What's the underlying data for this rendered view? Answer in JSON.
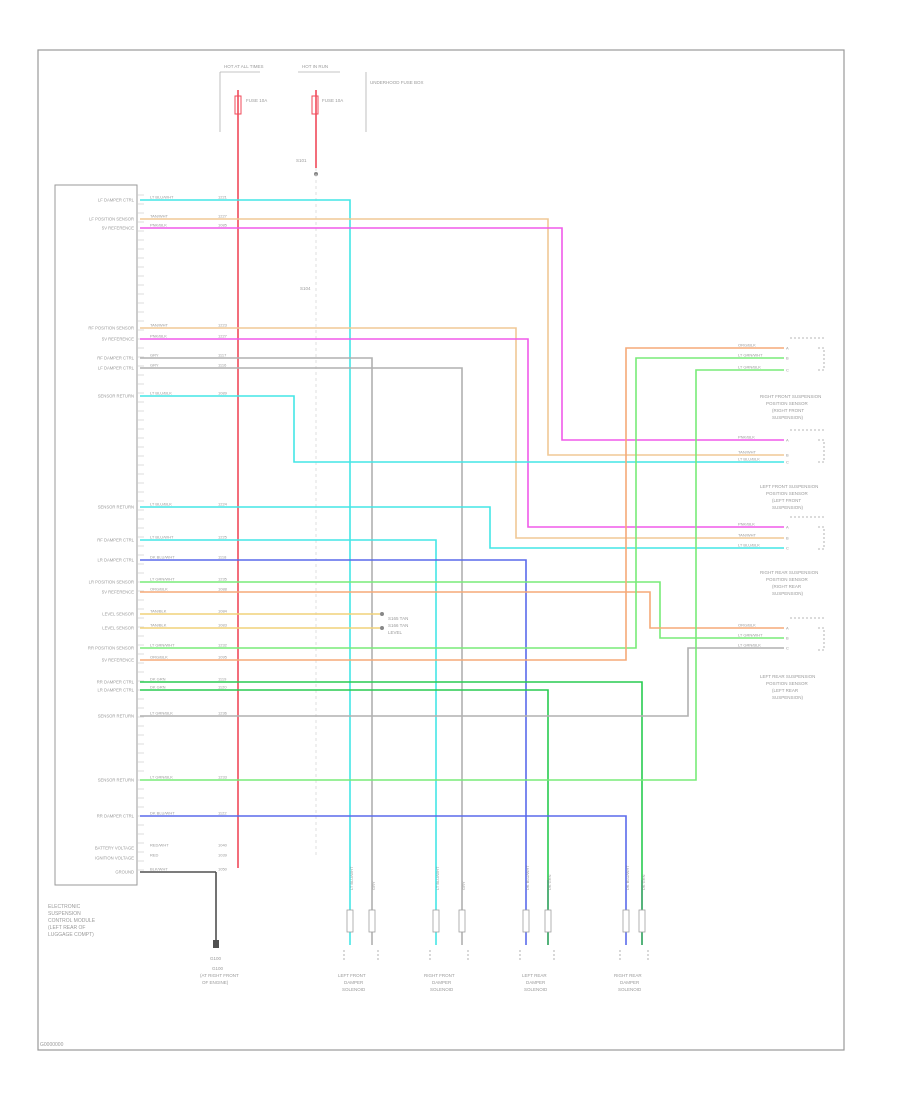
{
  "colors": {
    "lt_blu_wht": "#44e6e6",
    "tan_wht": "#f0c896",
    "yel": "#f0d27a",
    "pnk_blk": "#f05aea",
    "red": "#f04a5a",
    "org": "#f5aa78",
    "grn": "#28cc50",
    "lt_grn": "#78eb78",
    "blu": "#5a6aeb",
    "dk_grn": "#2aa05a",
    "gry": "#b0b0b0",
    "blk": "#505050",
    "frame": "#9a9a9a"
  },
  "labels": {
    "power_source_1": "HOT AT ALL TIMES",
    "power_source_2": "HOT IN RUN",
    "fuse_1": "FUSE 10A",
    "fuse_2": "FUSE 10A",
    "fuse_block": "UNDERHOOD FUSE BOX",
    "splice": "S101",
    "ground_splice": "S104",
    "ground": "G100",
    "ground_label_1": "G100",
    "ground_label_2": "(AT RIGHT FRONT",
    "ground_label_3": "OF ENGINE)",
    "module_label_1": "ELECTRONIC",
    "module_label_2": "SUSPENSION",
    "module_label_3": "CONTROL MODULE",
    "module_label_4": "(LEFT REAR OF",
    "module_label_5": "LUGGAGE COMPT)",
    "relay_label_1": "S165 TAN",
    "relay_label_2": "S166 TAN",
    "relay_label_3": "LEVEL",
    "strut_rf_1": "RIGHT FRONT SUSPENSION",
    "strut_rf_2": "POSITION SENSOR",
    "strut_rf_3": "(RIGHT FRONT",
    "strut_rf_4": "SUSPENSION)",
    "strut_lf_1": "LEFT FRONT SUSPENSION",
    "strut_lf_2": "POSITION SENSOR",
    "strut_lf_3": "(LEFT FRONT",
    "strut_lf_4": "SUSPENSION)",
    "strut_rr_1": "RIGHT REAR SUSPENSION",
    "strut_rr_2": "POSITION SENSOR",
    "strut_rr_3": "(RIGHT REAR",
    "strut_rr_4": "SUSPENSION)",
    "strut_lr_1": "LEFT REAR SUSPENSION",
    "strut_lr_2": "POSITION SENSOR",
    "strut_lr_3": "(LEFT REAR",
    "strut_lr_4": "SUSPENSION)",
    "damper_lf_1": "LEFT FRONT",
    "damper_lf_2": "DAMPER",
    "damper_lf_3": "SOLENOID",
    "damper_rf_1": "RIGHT FRONT",
    "damper_rf_2": "DAMPER",
    "damper_rf_3": "SOLENOID",
    "damper_lr_1": "LEFT REAR",
    "damper_lr_2": "DAMPER",
    "damper_lr_3": "SOLENOID",
    "damper_rr_1": "RIGHT REAR",
    "damper_rr_2": "DAMPER",
    "damper_rr_3": "SOLENOID",
    "footer": "G0000000"
  },
  "pins": [
    {
      "label": "LF DAMPER CTRL",
      "wire": "LT BLU/WHT",
      "circuit": "1221"
    },
    {
      "label": "LF POSITION SENSOR",
      "wire": "TAN/WHT",
      "circuit": "1227"
    },
    {
      "label": "5V REFERENCE",
      "wire": "PNK/BLK",
      "circuit": "1085"
    },
    {
      "label": "RF POSITION SENSOR",
      "wire": "TAN/WHT",
      "circuit": "1223"
    },
    {
      "label": "5V REFERENCE",
      "wire": "PNK/BLK",
      "circuit": "1227"
    },
    {
      "label": "RF DAMPER CTRL",
      "wire": "GRY",
      "circuit": "1117"
    },
    {
      "label": "LF DAMPER CTRL",
      "wire": "GRY",
      "circuit": "1116"
    },
    {
      "label": "SENSOR RETURN",
      "wire": "LT BLU/BLK",
      "circuit": "1089"
    },
    {
      "label": "SENSOR RETURN",
      "wire": "LT BLU/BLK",
      "circuit": "1224"
    },
    {
      "label": "RF DAMPER CTRL",
      "wire": "LT BLU/WHT",
      "circuit": "1225"
    },
    {
      "label": "LR DAMPER CTRL",
      "wire": "DK BLU/WHT",
      "circuit": "1118"
    },
    {
      "label": "LR POSITION SENSOR",
      "wire": "LT GRN/WHT",
      "circuit": "1235"
    },
    {
      "label": "5V REFERENCE",
      "wire": "ORG/BLK",
      "circuit": "1088"
    },
    {
      "label": "LEVEL SENSOR",
      "wire": "TAN/BLK",
      "circuit": "1084"
    },
    {
      "label": "LEVEL SENSOR",
      "wire": "TAN/BLK",
      "circuit": "1083"
    },
    {
      "label": "RR POSITION SENSOR",
      "wire": "LT GRN/WHT",
      "circuit": "1232"
    },
    {
      "label": "5V REFERENCE",
      "wire": "ORG/BLK",
      "circuit": "1095"
    },
    {
      "label": "RR DAMPER CTRL",
      "wire": "DK GRN",
      "circuit": "1119"
    },
    {
      "label": "LR DAMPER CTRL",
      "wire": "DK GRN",
      "circuit": "1120"
    },
    {
      "label": "SENSOR RETURN",
      "wire": "LT GRN/BLK",
      "circuit": "1236"
    },
    {
      "label": "SENSOR RETURN",
      "wire": "LT GRN/BLK",
      "circuit": "1233"
    },
    {
      "label": "RR DAMPER CTRL",
      "wire": "DK BLU/WHT",
      "circuit": "1122"
    },
    {
      "label": "BATTERY VOLTAGE",
      "wire": "RED/WHT",
      "circuit": "1040"
    },
    {
      "label": "IGNITION VOLTAGE",
      "wire": "RED",
      "circuit": "1039"
    },
    {
      "label": "GROUND",
      "wire": "BLK/WHT",
      "circuit": "1050"
    }
  ],
  "right_connectors": [
    {
      "wire1": "ORG/BLK",
      "wire2": "LT GRN/WHT",
      "wire3": "LT GRN/BLK",
      "pin1": "A",
      "pin2": "B",
      "pin3": "C"
    },
    {
      "wire1": "PNK/BLK",
      "wire2": "TAN/WHT",
      "wire3": "LT BLU/BLK",
      "pin1": "A",
      "pin2": "B",
      "pin3": "C"
    },
    {
      "wire1": "PNK/BLK",
      "wire2": "TAN/WHT",
      "wire3": "LT BLU/BLK",
      "pin1": "A",
      "pin2": "B",
      "pin3": "C"
    },
    {
      "wire1": "ORG/BLK",
      "wire2": "LT GRN/WHT",
      "wire3": "LT GRN/BLK",
      "pin1": "A",
      "pin2": "B",
      "pin3": "C"
    }
  ],
  "bottom_wires": [
    {
      "w1": "LT BLU/WHT",
      "w2": "GRY"
    },
    {
      "w1": "LT BLU/WHT",
      "w2": "GRY"
    },
    {
      "w1": "DK BLU/WHT",
      "w2": "DK GRN"
    },
    {
      "w1": "DK BLU/WHT",
      "w2": "DK GRN"
    }
  ]
}
